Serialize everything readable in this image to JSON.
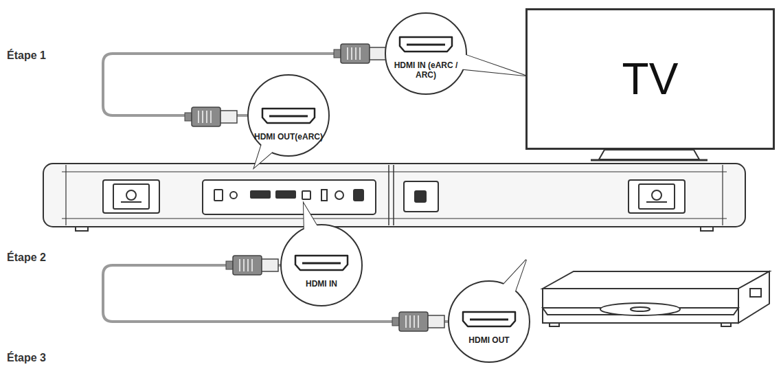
{
  "diagram": {
    "nodes": [
      {
        "text": [
          "TV"
        ]
      },
      {
        "text": [
          "HDMI IN (eARC / ARC)"
        ]
      },
      {
        "text": [
          "HDMI OUT(eARC)"
        ]
      },
      {
        "text": [
          "HDMI IN"
        ]
      },
      {
        "text": [
          "HDMI OUT"
        ]
      }
    ],
    "edges": [
      {
        "from": 2,
        "to": 1,
        "arrow": "none"
      },
      {
        "from": 3,
        "to": 4,
        "arrow": "none"
      }
    ],
    "labels": [
      "Étape 1",
      "Étape 2",
      "Étape 3"
    ]
  }
}
